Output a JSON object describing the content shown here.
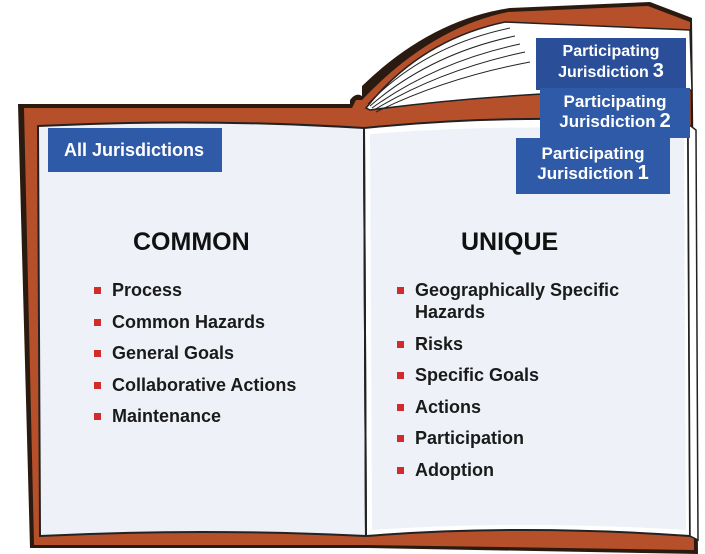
{
  "colors": {
    "cover": "#b5502a",
    "cover_dark": "#2b1a10",
    "tab": "#2f5aa8",
    "page": "#eef2f8",
    "bullet": "#d22b2b"
  },
  "left_page": {
    "tab_label": "All Jurisdictions",
    "heading": "COMMON",
    "items": [
      "Process",
      "Common Hazards",
      "General Goals",
      "Collaborative Actions",
      "Maintenance"
    ]
  },
  "right_page": {
    "heading": "UNIQUE",
    "items": [
      "Geographically Specific Hazards",
      "Risks",
      "Specific Goals",
      "Actions",
      "Participation",
      "Adoption"
    ]
  },
  "tabs": [
    {
      "line1": "Participating",
      "line2": "Jurisdiction",
      "number": "1"
    },
    {
      "line1": "Participating",
      "line2": "Jurisdiction",
      "number": "2"
    },
    {
      "line1": "Participating",
      "line2": "Jurisdiction",
      "number": "3"
    }
  ]
}
